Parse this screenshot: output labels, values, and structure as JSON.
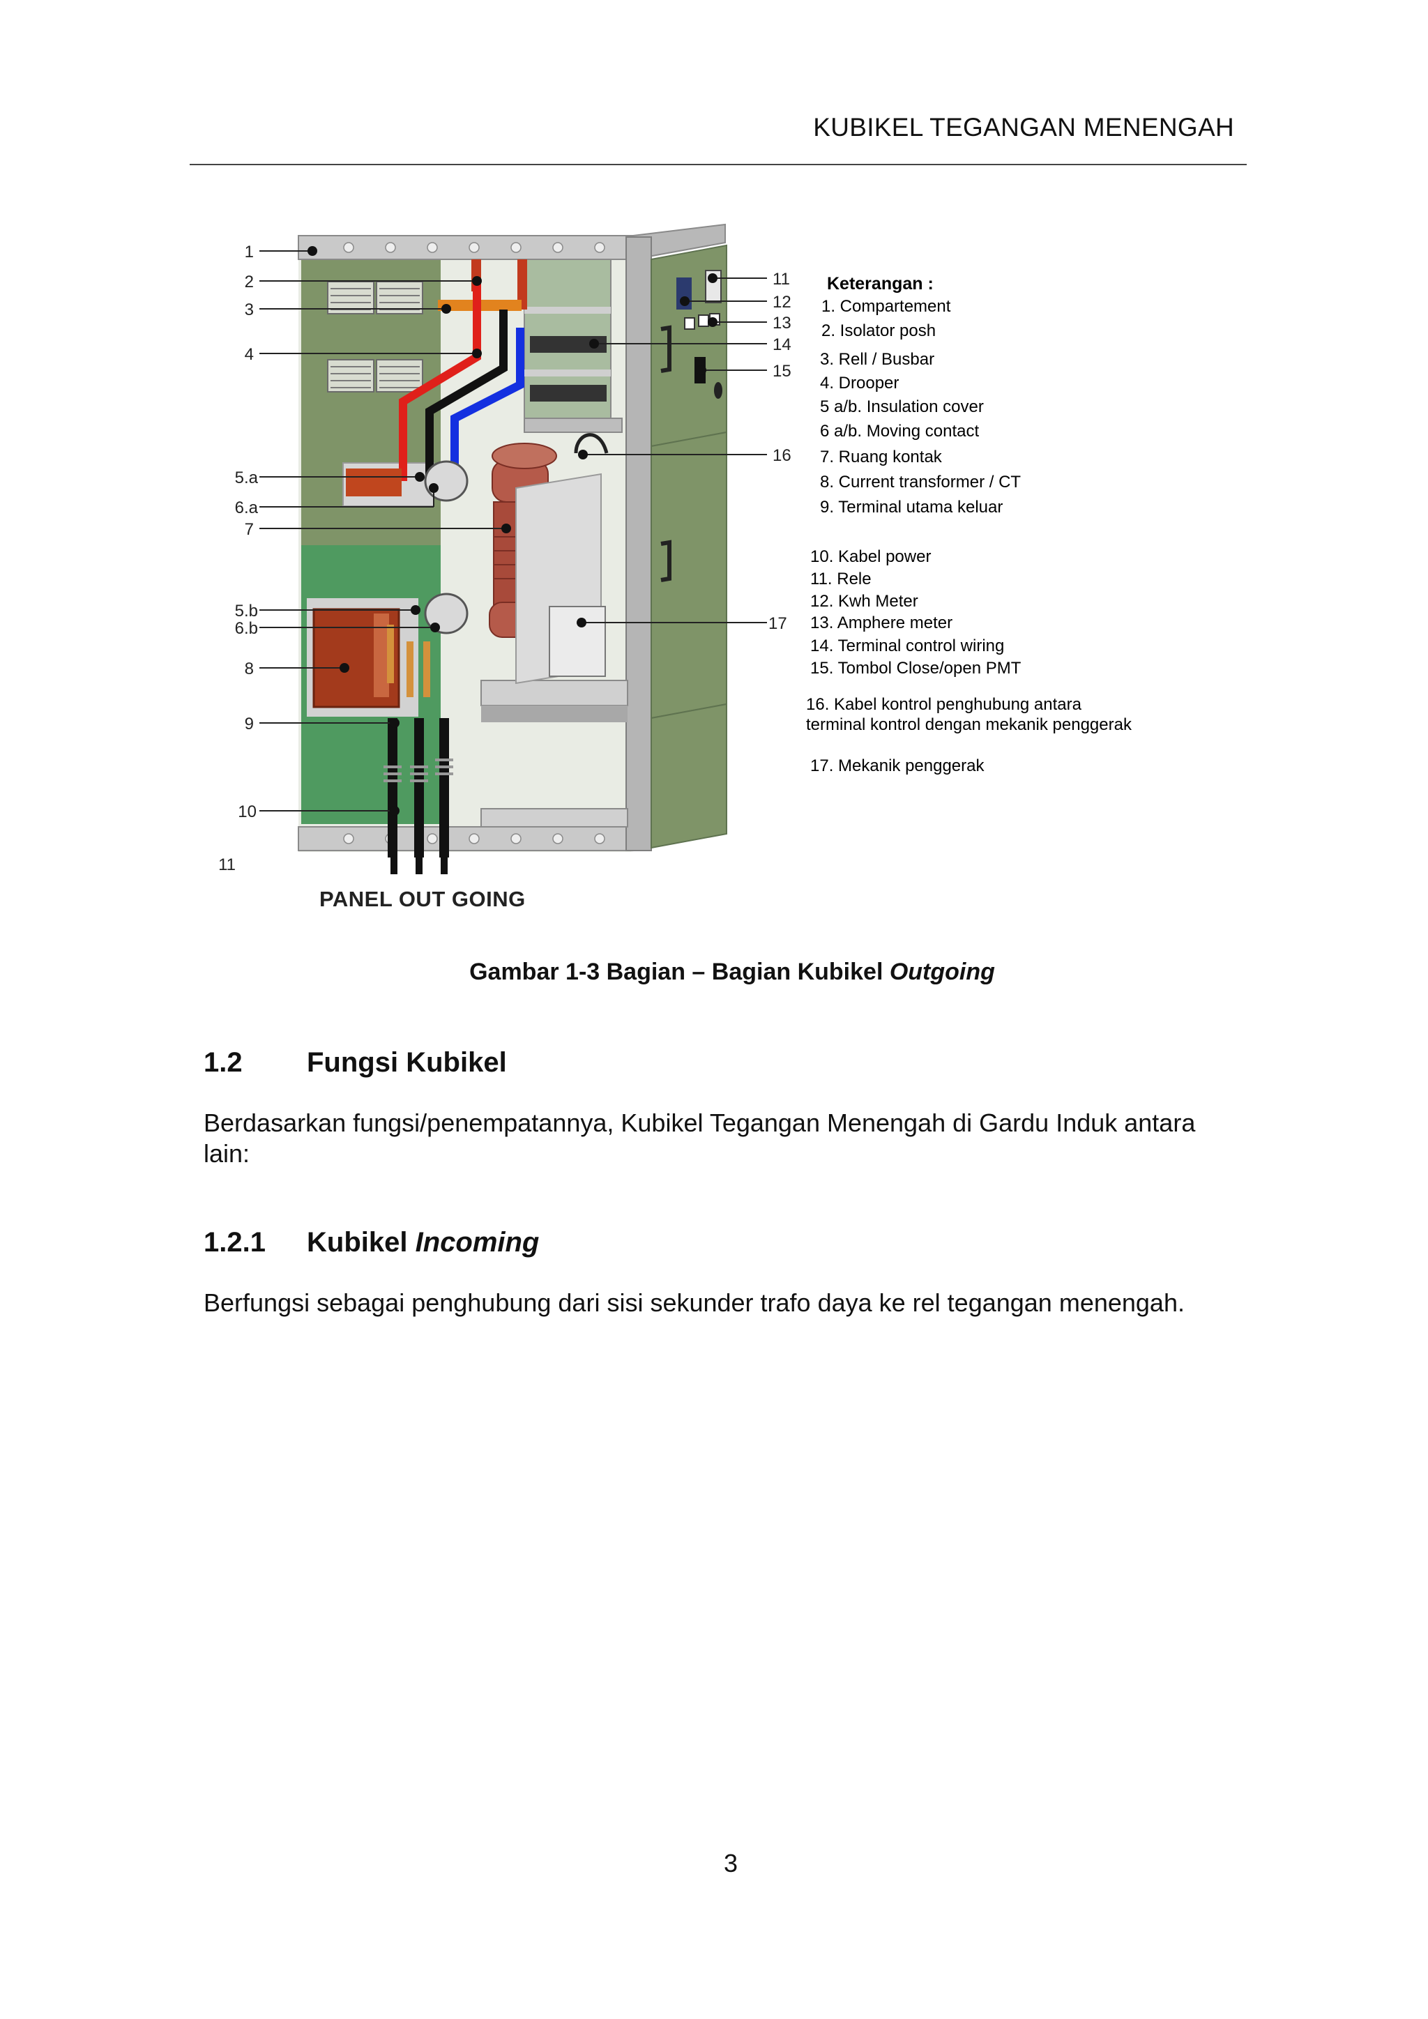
{
  "header": {
    "title": "KUBIKEL TEGANGAN MENENGAH"
  },
  "figure": {
    "callouts_left": [
      "1",
      "2",
      "3",
      "4",
      "5.a",
      "6.a",
      "7",
      "5.b",
      "6.b",
      "8",
      "9",
      "10",
      "11"
    ],
    "callouts_right": [
      "11",
      "12",
      "13",
      "14",
      "15",
      "16",
      "17"
    ],
    "panel_label": "PANEL OUT GOING",
    "legend_title": "Keterangan :",
    "legend_items": [
      "1. Compartement",
      "2. Isolator posh",
      "3. Rell / Busbar",
      "4. Drooper",
      "5  a/b. Insulation cover",
      "6  a/b. Moving contact",
      "7. Ruang kontak",
      "8. Current transformer / CT",
      "9. Terminal utama keluar",
      "10. Kabel power",
      "11. Rele",
      "12. Kwh Meter",
      "13. Amphere meter",
      "14. Terminal control wiring",
      "15. Tombol Close/open PMT",
      "16. Kabel kontrol penghubung antara",
      "terminal kontrol dengan mekanik penggerak",
      "17. Mekanik penggerak"
    ],
    "caption_prefix": "Gambar 1-3 Bagian – Bagian Kubikel ",
    "caption_italic": "Outgoing"
  },
  "section_1_2": {
    "number": "1.2",
    "title": "Fungsi Kubikel",
    "paragraph_line1": "Berdasarkan fungsi/penempatannya, Kubikel Tegangan Menengah di Gardu Induk antara",
    "paragraph_line2": "lain:"
  },
  "section_1_2_1": {
    "number": "1.2.1",
    "title_prefix": "Kubikel ",
    "title_italic": "Incoming",
    "paragraph": "Berfungsi sebagai penghubung dari sisi sekunder trafo daya ke rel tegangan menengah."
  },
  "footer": {
    "page_number": "3"
  },
  "colors": {
    "cabinet_green": "#7f9468",
    "cabinet_green_dark": "#5f7350",
    "frame_gray": "#c9c9c9",
    "busbar_red": "#e0201a",
    "busbar_blue": "#1430e0",
    "ct_copper": "#a84a3a",
    "cable_black": "#111111"
  }
}
